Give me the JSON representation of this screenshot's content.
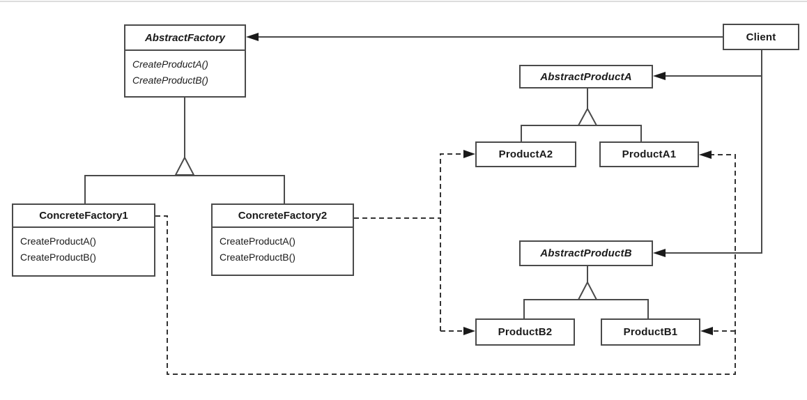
{
  "diagram": {
    "kind": "uml-class-diagram",
    "pattern": "Abstract Factory",
    "colors": {
      "line": "#4a4a4a",
      "dashed_line": "#333333",
      "arrow_fill": "#1a1a1a",
      "box_fill": "#ffffff",
      "text": "#1a1a1a",
      "top_rule": "#dcdcdc",
      "background": "#ffffff"
    }
  },
  "classes": {
    "abstract_factory": {
      "name": "AbstractFactory",
      "abstract": true,
      "methods": [
        "CreateProductA()",
        "CreateProductB()"
      ]
    },
    "client": {
      "name": "Client"
    },
    "abstract_product_a": {
      "name": "AbstractProductA",
      "abstract": true
    },
    "product_a2": {
      "name": "ProductA2"
    },
    "product_a1": {
      "name": "ProductA1"
    },
    "concrete_factory_1": {
      "name": "ConcreteFactory1",
      "methods": [
        "CreateProductA()",
        "CreateProductB()"
      ]
    },
    "concrete_factory_2": {
      "name": "ConcreteFactory2",
      "methods": [
        "CreateProductA()",
        "CreateProductB()"
      ]
    },
    "abstract_product_b": {
      "name": "AbstractProductB",
      "abstract": true
    },
    "product_b2": {
      "name": "ProductB2"
    },
    "product_b1": {
      "name": "ProductB1"
    }
  },
  "relationships": [
    {
      "from": "Client",
      "to": "AbstractFactory",
      "type": "association-arrow"
    },
    {
      "from": "Client",
      "to": "AbstractProductA",
      "type": "association-arrow"
    },
    {
      "from": "Client",
      "to": "AbstractProductB",
      "type": "association-arrow"
    },
    {
      "from": "ConcreteFactory1",
      "to": "AbstractFactory",
      "type": "generalization"
    },
    {
      "from": "ConcreteFactory2",
      "to": "AbstractFactory",
      "type": "generalization"
    },
    {
      "from": "ProductA2",
      "to": "AbstractProductA",
      "type": "generalization"
    },
    {
      "from": "ProductA1",
      "to": "AbstractProductA",
      "type": "generalization"
    },
    {
      "from": "ProductB2",
      "to": "AbstractProductB",
      "type": "generalization"
    },
    {
      "from": "ProductB1",
      "to": "AbstractProductB",
      "type": "generalization"
    },
    {
      "from": "ConcreteFactory2",
      "to": "ProductA2",
      "type": "dashed-dependency"
    },
    {
      "from": "ConcreteFactory2",
      "to": "ProductB2",
      "type": "dashed-dependency"
    },
    {
      "from": "ConcreteFactory1",
      "to": "ProductA1",
      "type": "dashed-dependency"
    },
    {
      "from": "ConcreteFactory1",
      "to": "ProductB1",
      "type": "dashed-dependency"
    }
  ]
}
